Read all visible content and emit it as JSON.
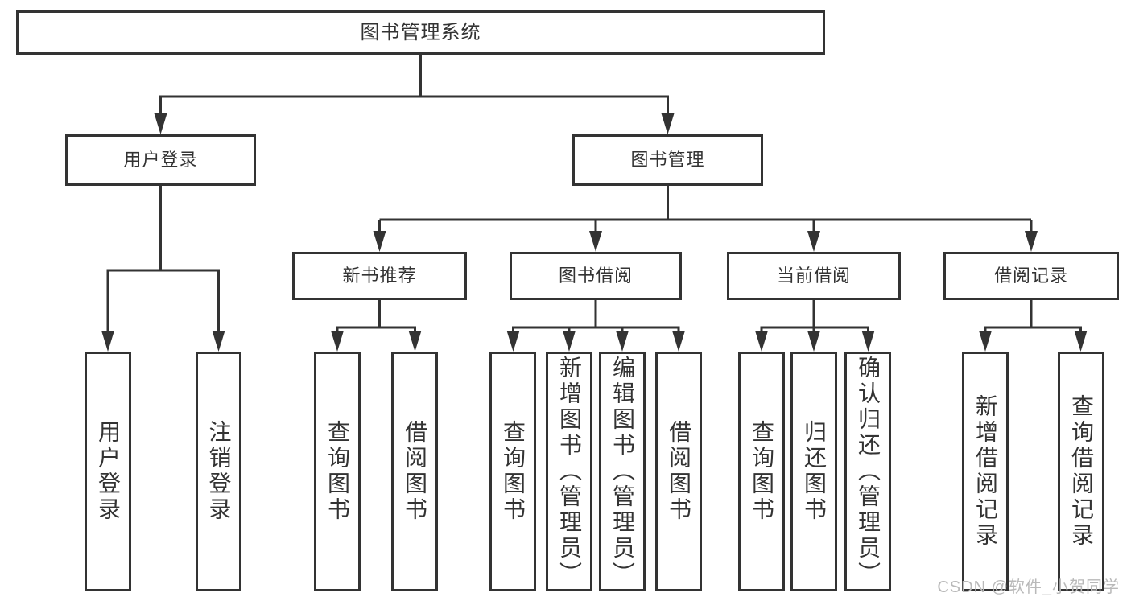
{
  "diagram": {
    "root": {
      "label": "图书管理系统"
    },
    "branches": [
      {
        "label": "用户登录",
        "children": [
          {
            "label": "用户登录"
          },
          {
            "label": "注销登录"
          }
        ]
      },
      {
        "label": "图书管理",
        "children": [
          {
            "label": "新书推荐",
            "children": [
              {
                "label": "查询图书"
              },
              {
                "label": "借阅图书"
              }
            ]
          },
          {
            "label": "图书借阅",
            "children": [
              {
                "label": "查询图书"
              },
              {
                "label": "新增图书（管理员）"
              },
              {
                "label": "编辑图书（管理员）"
              },
              {
                "label": "借阅图书"
              }
            ]
          },
          {
            "label": "当前借阅",
            "children": [
              {
                "label": "查询图书"
              },
              {
                "label": "归还图书"
              },
              {
                "label": "确认归还（管理员）"
              }
            ]
          },
          {
            "label": "借阅记录",
            "children": [
              {
                "label": "新增借阅记录"
              },
              {
                "label": "查询借阅记录"
              }
            ]
          }
        ]
      }
    ]
  },
  "watermark": {
    "text": "CSDN @软件_小贺同学",
    "color": "#b9b9b9"
  },
  "colors": {
    "line": "#333333",
    "box_border": "#333333",
    "text": "#333333",
    "background": "#ffffff"
  }
}
